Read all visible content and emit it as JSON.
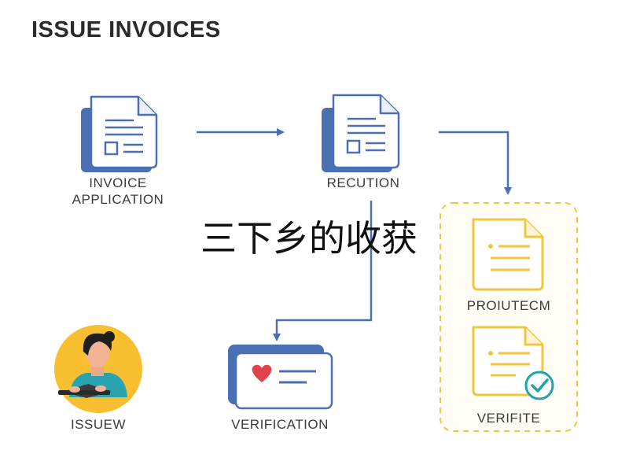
{
  "title": "ISSUE INVOICES",
  "overlay_text": "三下乡的收获",
  "nodes": {
    "invoice_application": {
      "line1": "INVOICE",
      "line2": "APPLICATION",
      "icon": "document-icon"
    },
    "recution": {
      "label": "RECUTION",
      "icon": "document-icon"
    },
    "proiutecm": {
      "label": "PROIUTECM",
      "icon": "document-icon"
    },
    "verifite": {
      "label": "VERIFITE",
      "icon": "document-check-icon"
    },
    "issuew": {
      "label": "ISSUEW",
      "icon": "person-with-laptop-icon"
    },
    "verification": {
      "label": "VERIFICATION",
      "icon": "id-card-heart-icon"
    }
  },
  "colors": {
    "blue": "#4a6fb3",
    "yellow": "#f2c53d",
    "red": "#e0434b",
    "teal": "#1fa3a8",
    "text": "#3c3c3c"
  }
}
